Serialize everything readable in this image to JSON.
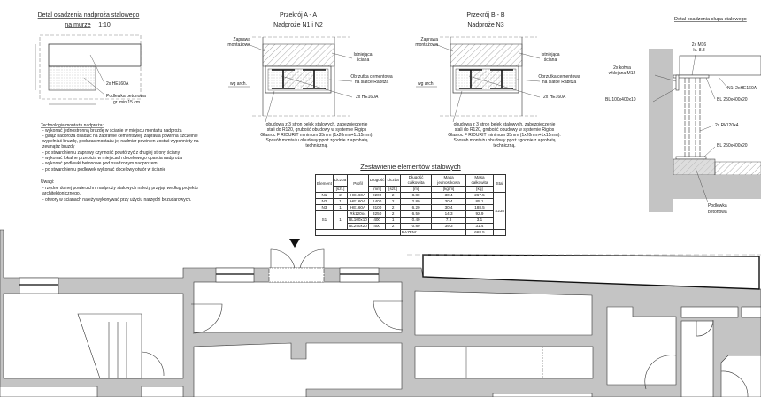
{
  "wall_detail": {
    "title": "Detal osadzenia nadproża stalowego",
    "subtitle": "na murze",
    "scale": "1:10",
    "beam_label": "2x HE160A",
    "pad_label": "Podlewka betonowa",
    "pad_thickness": "gr. min.15 cm"
  },
  "technology": {
    "heading": "Technologia montażu nadproża:",
    "lines": [
      "- wykonać jednostronną bruzdę w ścianie w miejscu montażu nadproża",
      "- gałąź nadproża osadzić na zaprawie cementowej, zaprawa  powinna szczelnie",
      "  wypełniać bruzdę, podczas montażu jej nadmiar powinien zostać wypchnięty na",
      "  zewnątrz bruzdy",
      "- po stwardnieniu zaprawy czynność powtórzyć z drugiej strony ściany",
      "- wykonać lokalne przebicia w miejscach docelowego oparcia nadproża",
      "- wykonać podlewki betonowe pod osadzonym nadprożem",
      "- po stwardnieniu podlewek wykonać docelowy otwór w ścianie"
    ]
  },
  "notes": {
    "heading": "Uwagi:",
    "lines": [
      "- rzędne dolnej powierzchni nadproży stalowych należy przyjąć według projektu",
      "  architektonicznego.",
      "- otwory w ścianach należy wykonywać przy użyciu narzędzi bezudarowych."
    ]
  },
  "section_a": {
    "title": "Przekrój  A - A",
    "subtitle": "Nadproże N1 i N2",
    "mortar": [
      "Zaprawa",
      "montażowa"
    ],
    "wall": [
      "Istniejąca",
      "ściana"
    ],
    "render": [
      "Obrzutka cementowa",
      "na siatce Rabitza"
    ],
    "beam": "2x HE160A",
    "level": "wg arch.",
    "note": [
      "obudowa z 3 stron belek stalowych, zabezpieczenie",
      "stali do R120, grubość obudowy w systemie Rigips",
      "Glasroc F RIDURIT minimum 35mm (1x20mm+1x15mm).",
      "Sposób montażu obudowy ppoż zgodnie z aprobatą",
      "techniczną."
    ]
  },
  "section_b": {
    "title": "Przekrój  B - B",
    "subtitle": "Nadproże N3",
    "mortar": [
      "Zaprawa",
      "montażowa"
    ],
    "wall": [
      "Istniejąca",
      "ściana"
    ],
    "render": [
      "Obrzutka cementowa",
      "na siatce Rabitza"
    ],
    "beam": "2x HE160A",
    "level": "wg arch.",
    "note": [
      "obudowa z 3 stron belek stalowych, zabezpieczenie",
      "stali do R120, grubość obudowy w systemie Rigips",
      "Glasroc F RIDURIT minimum 35mm (1x20mm+1x15mm).",
      "Sposób montażu obudowy ppoż zgodnie z aprobatą",
      "techniczną."
    ]
  },
  "table": {
    "title": "Zestawienie elementów stalowych",
    "headers": [
      "Element",
      "Liczba",
      "Profil",
      "Długość",
      "Liczba",
      "Długość całkowita",
      "Masa jednostkowa",
      "Masa całkowita",
      "Stal"
    ],
    "units": [
      "[szt.]",
      "[mm]",
      "[szt.]",
      "[m]",
      "[kg/m]",
      "[kg]"
    ],
    "rows": [
      [
        "N1",
        "2",
        "HE160A",
        "2200",
        "2",
        "8.80",
        "30.4",
        "267.5"
      ],
      [
        "N2",
        "1",
        "HE160A",
        "1400",
        "2",
        "2.80",
        "30.4",
        "85.1"
      ],
      [
        "N3",
        "1",
        "HE160A",
        "3100",
        "2",
        "6.20",
        "30.4",
        "188.5"
      ],
      [
        "S1",
        "1",
        "Rk120x4",
        "3250",
        "2",
        "6.50",
        "14.3",
        "92.9"
      ],
      [
        "",
        "",
        "BL100x10",
        "400",
        "1",
        "0.40",
        "7.8",
        "3.1"
      ],
      [
        "",
        "",
        "BL250x20",
        "400",
        "2",
        "0.80",
        "39.3",
        "31.4"
      ]
    ],
    "steel": "S235",
    "total_label": "RAZEM:",
    "total": "668.5"
  },
  "column_detail": {
    "title": "Detal osadzenia słupa stalowego",
    "bolts": [
      "2x M16",
      "kl. 8.8"
    ],
    "anchors": [
      "2x kotwa",
      "wklejana M12"
    ],
    "plate_wall": "BL 100x400x10",
    "beam": "N1: 2xHE160A",
    "plate_top": "BL 250x400x20",
    "columns": "2x Rk120x4",
    "plate_bottom": "BL 250x400x20",
    "pad": [
      "Podlewka",
      "betonowa"
    ]
  },
  "colors": {
    "wall": "#c4c4c4",
    "line": "#333333"
  }
}
